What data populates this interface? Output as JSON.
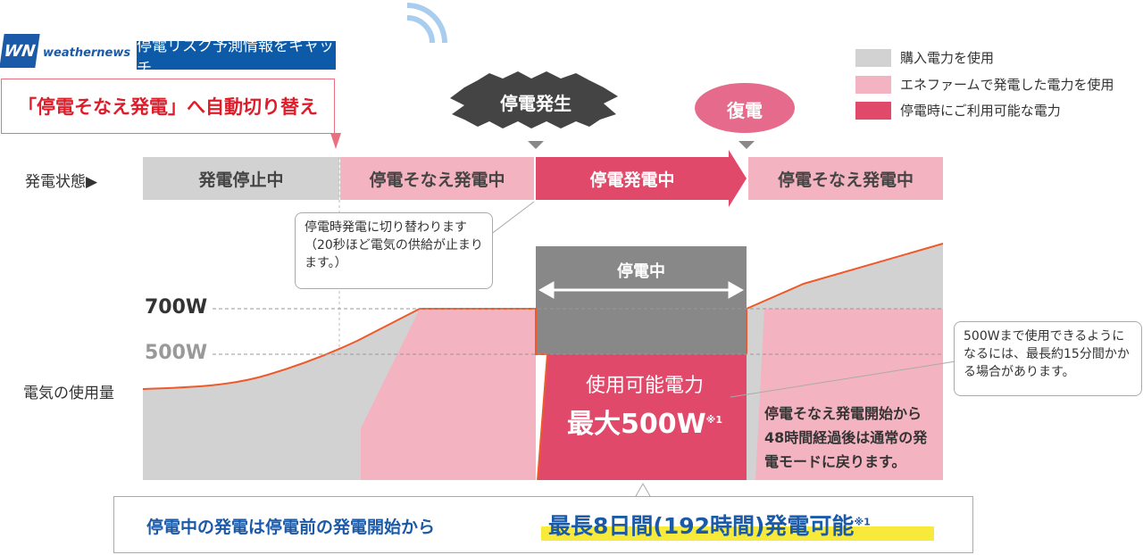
{
  "header": {
    "logo_text": "WN",
    "brand": "weathernews",
    "banner": "停電リスク予測情報をキャッチ",
    "callout": "「停電そなえ発電」へ自動切り替え"
  },
  "events": {
    "outage": "停電発生",
    "restore": "復電"
  },
  "legend": [
    {
      "label": "購入電力を使用",
      "color": "#d2d2d2"
    },
    {
      "label": "エネファームで発電した電力を使用",
      "color": "#f4b3c0"
    },
    {
      "label": "停電時にご利用可能な電力",
      "color": "#e0496a"
    }
  ],
  "status_row": {
    "label": "発電状態▶︎",
    "segments": [
      "発電停止中",
      "停電そなえ発電中",
      "停電発電中",
      "停電そなえ発電中"
    ]
  },
  "notes": {
    "switch": "停電時発電に切り替わります（20秒ほど電気の供給が止まります。）",
    "restore_delay": "500Wまで使用できるようになるには、最長約15分間かかる場合があります。",
    "return_normal": "停電そなえ発電開始から48時間経過後は通常の発電モードに戻ります。"
  },
  "chart": {
    "y_label": "電気の使用量",
    "level_700": "700W",
    "level_500": "500W",
    "outage_label": "停電中",
    "available_line1": "使用可能電力",
    "available_line2": "最大500W",
    "available_mark": "※1"
  },
  "footer": {
    "text": "停電中の発電は停電前の発電開始から",
    "highlight": "最長8日間(192時間)発電可能",
    "mark": "※1"
  }
}
